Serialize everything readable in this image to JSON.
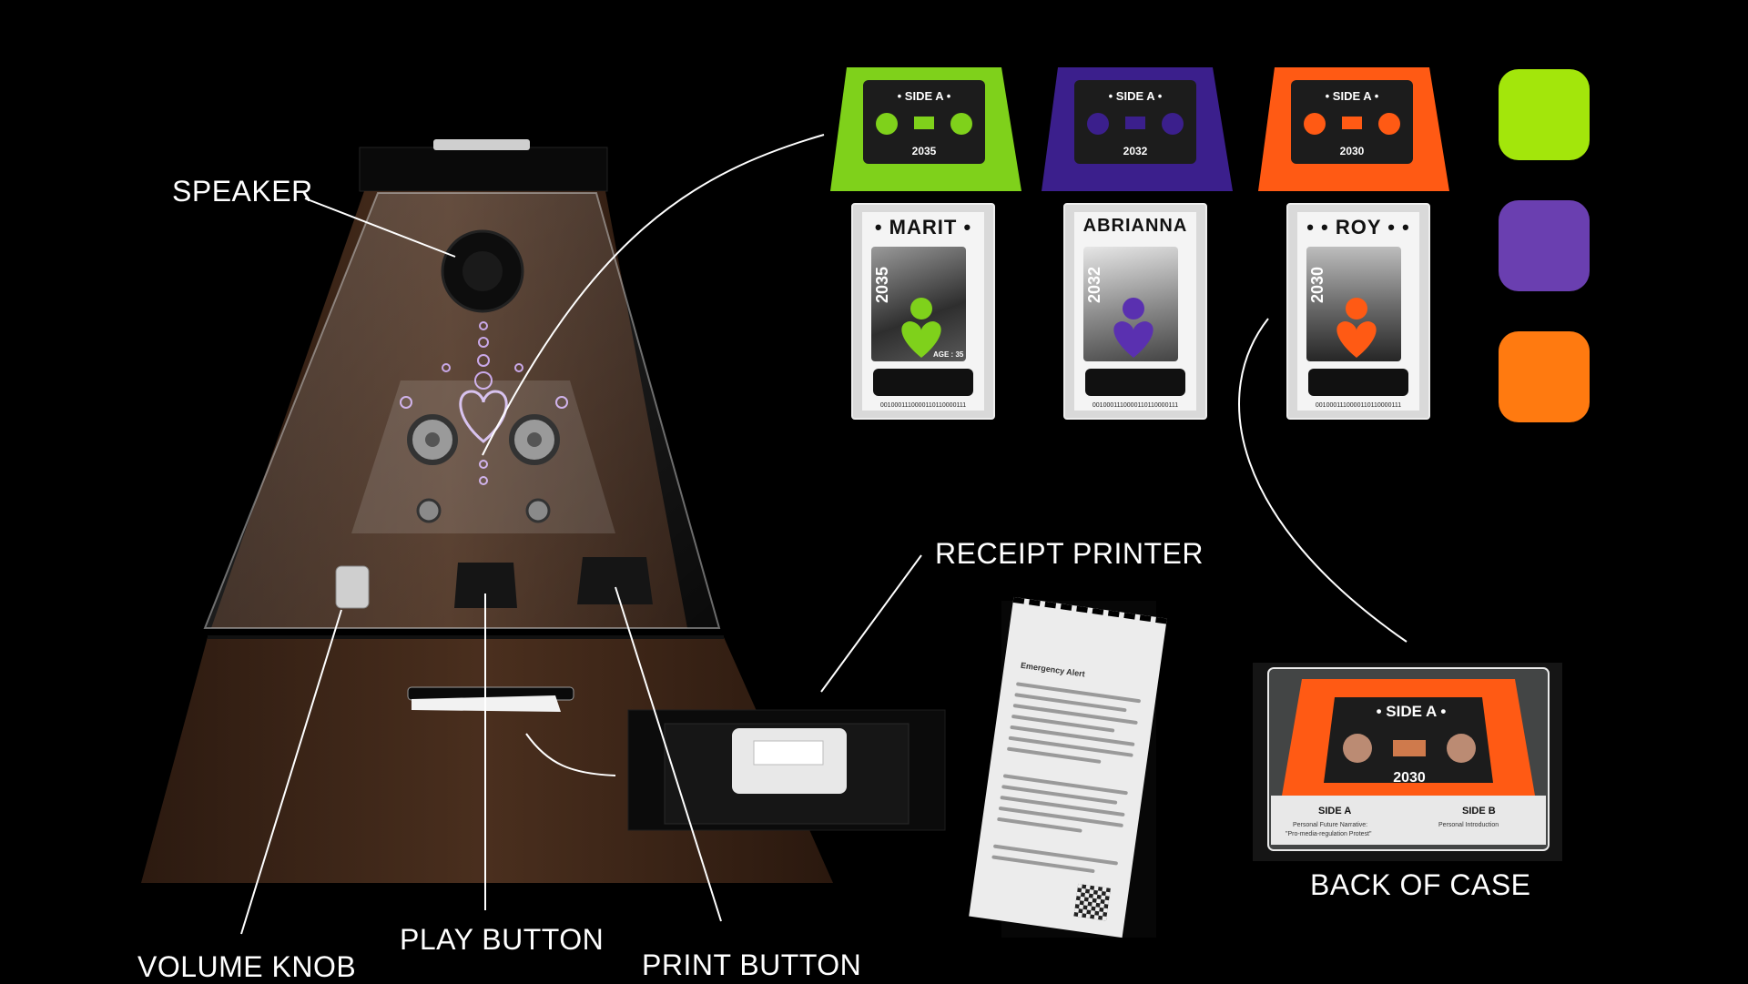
{
  "callouts": {
    "speaker": "SPEAKER",
    "receipt_printer": "RECEIPT PRINTER",
    "volume_knob": "VOLUME KNOB",
    "play_button": "PLAY BUTTON",
    "print_button": "PRINT BUTTON",
    "back_of_case": "BACK OF CASE"
  },
  "tapes": [
    {
      "side": "• SIDE A •",
      "year": "2035",
      "color": "#7fd11b",
      "name": "• MARIT •",
      "card_year": "2035",
      "card_age": "AGE : 35",
      "binary": "0010001110000110110000111"
    },
    {
      "side": "• SIDE A •",
      "year": "2032",
      "color": "#3b1f8c",
      "name": "ABRIANNA",
      "card_year": "2032",
      "binary": "0010001110000110110000111"
    },
    {
      "side": "• SIDE A •",
      "year": "2030",
      "color": "#ff5a14",
      "name": "• • ROY • •",
      "card_year": "2030",
      "binary": "0010001110000110110000111"
    }
  ],
  "swatches": [
    "#a3e60b",
    "#6a3fb0",
    "#ff7a10"
  ],
  "back_case": {
    "side": "• SIDE A •",
    "year": "2030",
    "label_a": "SIDE A",
    "label_b": "SIDE B",
    "desc_a": "Personal Future Narrative:",
    "desc_a2": "\"Pro-media-regulation Protest\"",
    "desc_b": "Personal Introduction"
  },
  "receipt": {
    "title": "Emergency Alert"
  },
  "colors": {
    "wood": "#3a2418",
    "wood_dark": "#2a1a10",
    "case_orange": "#ff5a14"
  }
}
